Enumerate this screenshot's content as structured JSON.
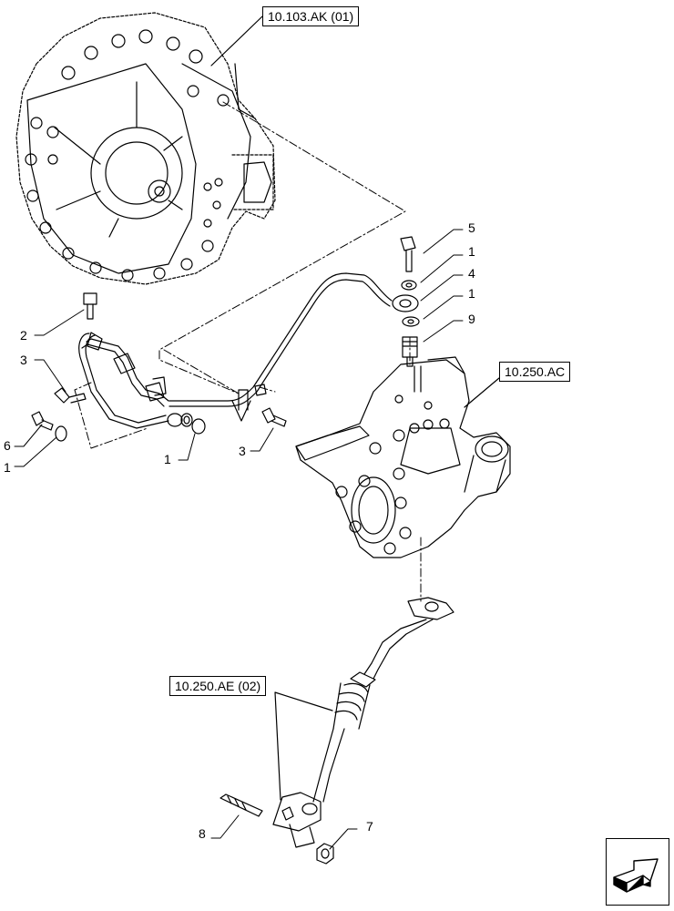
{
  "references": {
    "transmission": "10.103.AK (01)",
    "turbocharger": "10.250.AC",
    "drain_pipe": "10.250.AE (02)"
  },
  "callouts": {
    "c5": "5",
    "c1_top": "1",
    "c4": "4",
    "c1_mid": "1",
    "c9": "9",
    "c2": "2",
    "c3_left": "3",
    "c6": "6",
    "c1_left": "1",
    "c1_center": "1",
    "c3_center": "3",
    "c8": "8",
    "c7": "7"
  },
  "icons": {
    "nav": "next-page-arrow-icon"
  }
}
